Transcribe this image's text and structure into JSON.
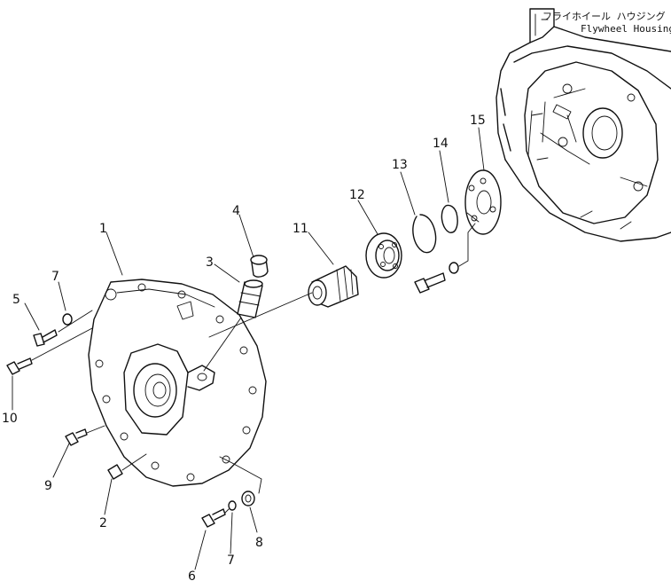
{
  "title": {
    "jp": "フライホイール ハウジング",
    "en": "Flywheel Housing"
  },
  "callouts": {
    "c1": "1",
    "c2": "2",
    "c3": "3",
    "c4": "4",
    "c5": "5",
    "c6": "6",
    "c7a": "7",
    "c7b": "7",
    "c8": "8",
    "c9": "9",
    "c10": "10",
    "c11": "11",
    "c12": "12",
    "c13": "13",
    "c14": "14",
    "c15": "15"
  }
}
